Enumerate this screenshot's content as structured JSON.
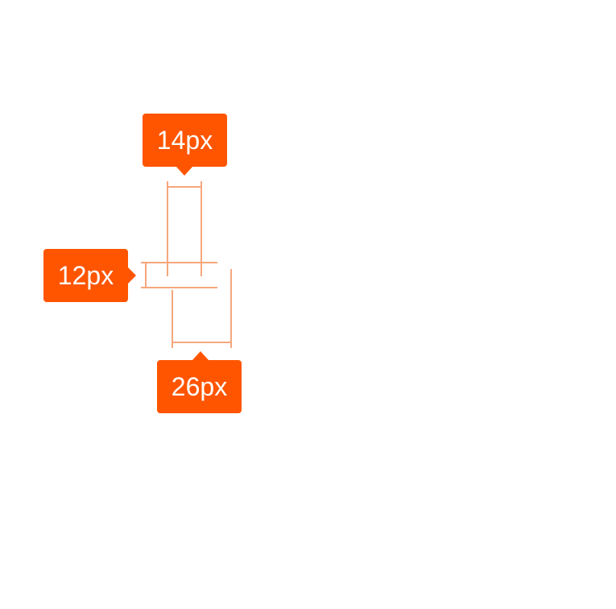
{
  "accent_color": "#ff5500",
  "guide_color": "#f6a77c",
  "annotations": {
    "top_label": "14px",
    "left_label": "12px",
    "bottom_label": "26px"
  }
}
